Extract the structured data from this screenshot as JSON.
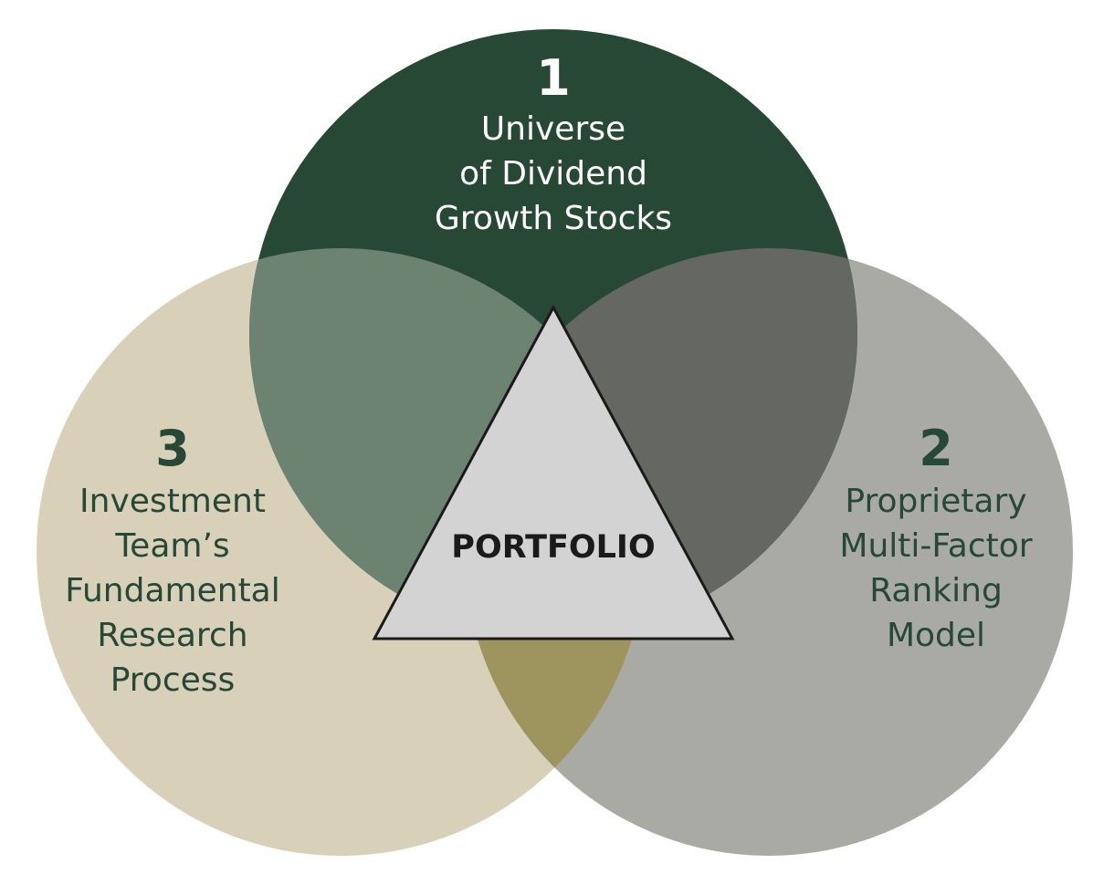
{
  "circles": [
    {
      "id": "universe",
      "number": "1",
      "lines": [
        "Universe",
        "of Dividend",
        "Growth Stocks"
      ],
      "color": "#264834",
      "text_color": "#ffffff"
    },
    {
      "id": "ranking-model",
      "number": "2",
      "lines": [
        "Proprietary",
        "Multi-Factor",
        "Ranking",
        "Model"
      ],
      "color": "#a9aaa4",
      "text_color": "#264834"
    },
    {
      "id": "research-process",
      "number": "3",
      "lines": [
        "Investment",
        "Team’s",
        "Fundamental",
        "Research",
        "Process"
      ],
      "color": "#d9d0b9",
      "text_color": "#264834"
    }
  ],
  "overlaps": {
    "universe_research": "#6c8372",
    "universe_ranking": "#656860",
    "research_ranking": "#9e945e"
  },
  "center": {
    "label": "PORTFOLIO",
    "fill": "#d3d3d3",
    "stroke": "#1a1a1a",
    "text_color": "#1a1a1a"
  }
}
